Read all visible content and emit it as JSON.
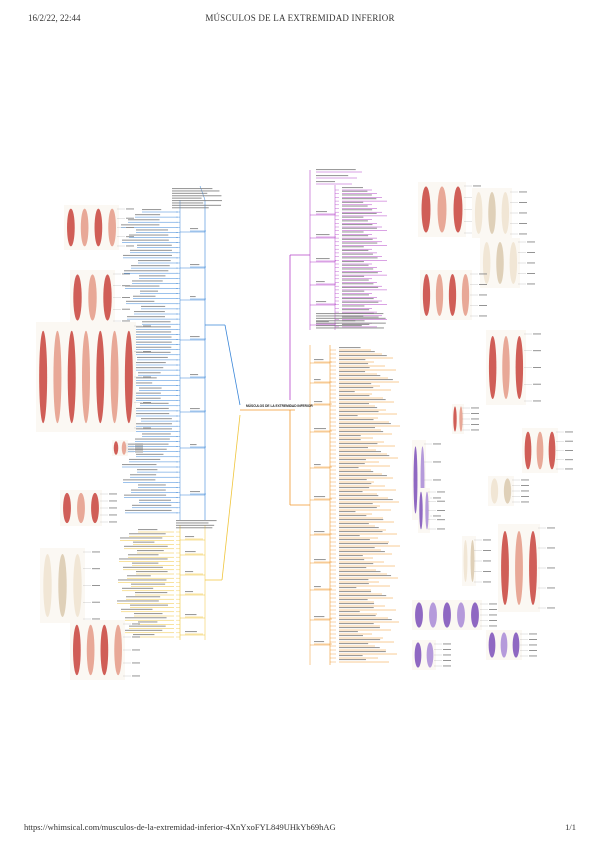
{
  "header": {
    "datetime": "16/2/22, 22:44",
    "title": "MÚSCULOS DE LA EXTREMIDAD INFERIOR"
  },
  "footer": {
    "url": "https://whimsical.com/musculos-de-la-extremidad-inferior-4XnYxoFYL849UHkYb69hAG",
    "page": "1/1"
  },
  "mindmap": {
    "center_label": "MÚSCULOS DE LA EXTREMIDAD INFERIOR",
    "colors": {
      "blue": "#3a86d8",
      "purple": "#b545c9",
      "orange": "#f0982e",
      "gold": "#f0c53c",
      "muscle_red": "#c8433b",
      "muscle_pink": "#e49a86",
      "bone": "#efe3cf",
      "nerve_purple": "#7b4fb8"
    }
  }
}
